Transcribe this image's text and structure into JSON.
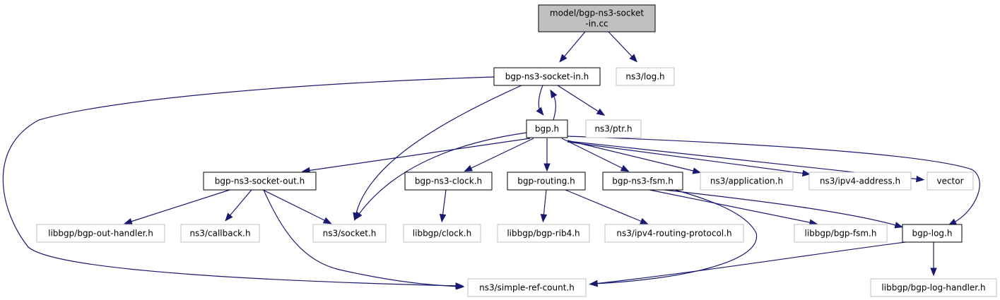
{
  "colors": {
    "edge": "#191970",
    "root_fill": "#bfbfbf",
    "documented_border": "#000000",
    "external_border": "#bfbfbf",
    "external_text": "#404040",
    "node_fill": "#ffffff"
  },
  "nodes": [
    {
      "id": "root",
      "kind": "root",
      "lines": [
        "model/bgp-ns3-socket",
        "-in.cc"
      ]
    },
    {
      "id": "socket_in_h",
      "kind": "documented",
      "lines": [
        "bgp-ns3-socket-in.h"
      ]
    },
    {
      "id": "ns3_log",
      "kind": "external",
      "lines": [
        "ns3/log.h"
      ]
    },
    {
      "id": "bgp_h",
      "kind": "documented",
      "lines": [
        "bgp.h"
      ]
    },
    {
      "id": "ns3_ptr",
      "kind": "external",
      "lines": [
        "ns3/ptr.h"
      ]
    },
    {
      "id": "socket_out_h",
      "kind": "documented",
      "lines": [
        "bgp-ns3-socket-out.h"
      ]
    },
    {
      "id": "clock_h",
      "kind": "documented",
      "lines": [
        "bgp-ns3-clock.h"
      ]
    },
    {
      "id": "routing_h",
      "kind": "documented",
      "lines": [
        "bgp-routing.h"
      ]
    },
    {
      "id": "fsm_h",
      "kind": "documented",
      "lines": [
        "bgp-ns3-fsm.h"
      ]
    },
    {
      "id": "ns3_application",
      "kind": "external",
      "lines": [
        "ns3/application.h"
      ]
    },
    {
      "id": "ns3_ipv4_address",
      "kind": "external",
      "lines": [
        "ns3/ipv4-address.h"
      ]
    },
    {
      "id": "vector",
      "kind": "external",
      "lines": [
        "vector"
      ]
    },
    {
      "id": "out_handler",
      "kind": "external",
      "lines": [
        "libbgp/bgp-out-handler.h"
      ]
    },
    {
      "id": "ns3_callback",
      "kind": "external",
      "lines": [
        "ns3/callback.h"
      ]
    },
    {
      "id": "ns3_socket",
      "kind": "external",
      "lines": [
        "ns3/socket.h"
      ]
    },
    {
      "id": "libbgp_clock",
      "kind": "external",
      "lines": [
        "libbgp/clock.h"
      ]
    },
    {
      "id": "bgp_rib4",
      "kind": "external",
      "lines": [
        "libbgp/bgp-rib4.h"
      ]
    },
    {
      "id": "ipv4_routing_protocol",
      "kind": "external",
      "lines": [
        "ns3/ipv4-routing-protocol.h"
      ]
    },
    {
      "id": "libbgp_fsm",
      "kind": "external",
      "lines": [
        "libbgp/bgp-fsm.h"
      ]
    },
    {
      "id": "bgp_log_h",
      "kind": "documented",
      "lines": [
        "bgp-log.h"
      ]
    },
    {
      "id": "simple_ref_count",
      "kind": "external",
      "lines": [
        "ns3/simple-ref-count.h"
      ]
    },
    {
      "id": "log_handler",
      "kind": "external",
      "lines": [
        "libbgp/bgp-log-handler.h"
      ]
    }
  ],
  "edges": [
    {
      "from": "root",
      "to": "socket_in_h"
    },
    {
      "from": "root",
      "to": "ns3_log"
    },
    {
      "from": "socket_in_h",
      "to": "bgp_h"
    },
    {
      "from": "socket_in_h",
      "to": "ns3_ptr"
    },
    {
      "from": "socket_in_h",
      "to": "ns3_socket"
    },
    {
      "from": "socket_in_h",
      "to": "simple_ref_count"
    },
    {
      "from": "bgp_h",
      "to": "socket_in_h"
    },
    {
      "from": "bgp_h",
      "to": "socket_out_h"
    },
    {
      "from": "bgp_h",
      "to": "clock_h"
    },
    {
      "from": "bgp_h",
      "to": "routing_h"
    },
    {
      "from": "bgp_h",
      "to": "fsm_h"
    },
    {
      "from": "bgp_h",
      "to": "ns3_application"
    },
    {
      "from": "bgp_h",
      "to": "ns3_ipv4_address"
    },
    {
      "from": "bgp_h",
      "to": "vector"
    },
    {
      "from": "bgp_h",
      "to": "ns3_socket"
    },
    {
      "from": "bgp_h",
      "to": "bgp_log_h"
    },
    {
      "from": "socket_out_h",
      "to": "out_handler"
    },
    {
      "from": "socket_out_h",
      "to": "ns3_callback"
    },
    {
      "from": "socket_out_h",
      "to": "ns3_socket"
    },
    {
      "from": "socket_out_h",
      "to": "simple_ref_count"
    },
    {
      "from": "clock_h",
      "to": "libbgp_clock"
    },
    {
      "from": "routing_h",
      "to": "bgp_rib4"
    },
    {
      "from": "routing_h",
      "to": "ipv4_routing_protocol"
    },
    {
      "from": "fsm_h",
      "to": "libbgp_fsm"
    },
    {
      "from": "fsm_h",
      "to": "bgp_log_h"
    },
    {
      "from": "fsm_h",
      "to": "simple_ref_count"
    },
    {
      "from": "bgp_log_h",
      "to": "simple_ref_count"
    },
    {
      "from": "bgp_log_h",
      "to": "log_handler"
    }
  ]
}
